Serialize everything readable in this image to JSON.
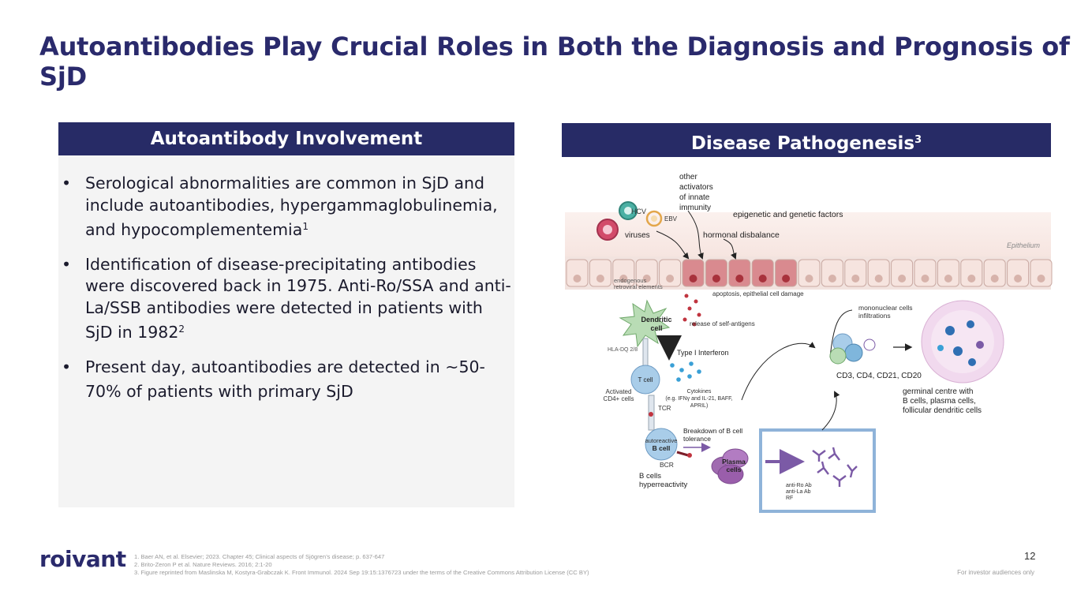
{
  "slide": {
    "title": "Autoantibodies Play Crucial Roles in Both the Diagnosis and Prognosis of SjD",
    "page_number": "12",
    "audience_note": "For investor audiences only"
  },
  "left": {
    "header": "Autoantibody Involvement",
    "bullets": [
      {
        "text": "Serological abnormalities are common in SjD and include autoantibodies, hypergammaglobulinemia, and hypocomplementemia",
        "sup": "1"
      },
      {
        "text": "Identification of disease-precipitating antibodies were discovered back in 1975. Anti-Ro/SSA and anti-La/SSB antibodies were detected in patients with SjD in 1982",
        "sup": "2"
      },
      {
        "text": "Present day, autoantibodies are detected in ~50-70% of patients with primary SjD",
        "sup": ""
      }
    ]
  },
  "right": {
    "header": "Disease Pathogenesis",
    "header_sup": "3"
  },
  "figure": {
    "other_activators": [
      "other",
      "activators",
      "of innate",
      "immunity"
    ],
    "hcv": "HCV",
    "ebv": "EBV",
    "viruses": "viruses",
    "epigenetic": "epigenetic and genetic factors",
    "hormonal": "hormonal disbalance",
    "epithelium": "Epithelium",
    "endogenous": [
      "endogenous",
      "retroviral elements"
    ],
    "apoptosis": "apoptosis, epithelial cell damage",
    "dendritic": [
      "Dendritic",
      "cell"
    ],
    "self_antigens": "release of self-antigens",
    "hla": "HLA-DQ 2/8",
    "interferon": "Type I Interferon",
    "tcell": "T cell",
    "activated": [
      "Activated",
      "CD4+ cells"
    ],
    "cytokines": [
      "Cytokines",
      "(e.g. IFNγ and IL-21, BAFF,",
      "APRIL)"
    ],
    "tcr": "TCR",
    "breakdown": [
      "Breakdown of  B cell",
      "tolerance"
    ],
    "bcell": [
      "autoreactive",
      "B cell"
    ],
    "bcr": "BCR",
    "plasma": [
      "Plasma",
      "cells"
    ],
    "hyper": [
      "B cells",
      "hyperreactivity"
    ],
    "antibodies": [
      "anti-Ro Ab",
      "anti-La Ab",
      "RF"
    ],
    "mononuclear": [
      "mononuclear cells",
      "infiltrations"
    ],
    "cd": "CD3, CD4, CD21, CD20",
    "germinal": [
      "germinal centre with",
      "B cells, plasma cells,",
      "follicular dendritic cells"
    ]
  },
  "footer": {
    "logo": "roivant",
    "references": [
      "1. Baer AN, et al. Elsevier; 2023. Chapter 45; Clinical aspects of Sjögren’s disease; p. 637-647",
      "2. Brito-Zeron P et al. Nature Reviews. 2016; 2:1-20",
      "3. Figure reprinted from Maslinska M, Kostyra-Grabczak K. Front Immunol. 2024 Sep 19:15:1376723 under the terms of the Creative Commons Attribution License (CC BY)"
    ]
  },
  "colors": {
    "title": "#2a2a6c",
    "header_bg": "#272b66",
    "panel_bg": "#f4f4f4",
    "highlight_box": "#8fb3d9"
  }
}
